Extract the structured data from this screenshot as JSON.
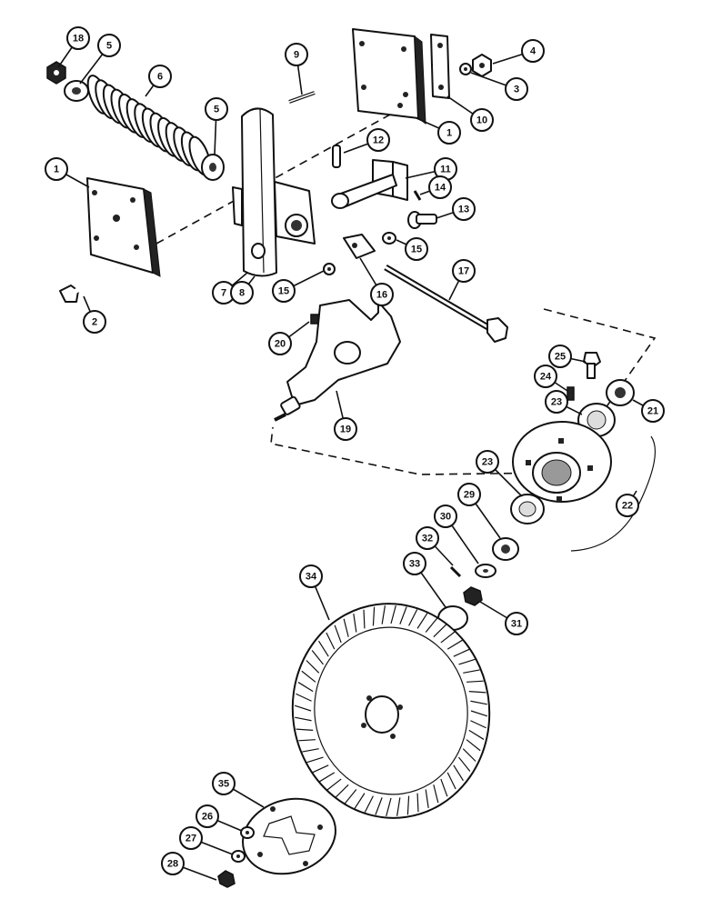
{
  "figure": {
    "callouts": [
      {
        "id": "c18",
        "label": "18"
      },
      {
        "id": "c5a",
        "label": "5"
      },
      {
        "id": "c6",
        "label": "6"
      },
      {
        "id": "c5b",
        "label": "5"
      },
      {
        "id": "c1a",
        "label": "1"
      },
      {
        "id": "c2",
        "label": "2"
      },
      {
        "id": "c9",
        "label": "9"
      },
      {
        "id": "c7",
        "label": "7"
      },
      {
        "id": "c8",
        "label": "8"
      },
      {
        "id": "c12",
        "label": "12"
      },
      {
        "id": "c1b",
        "label": "1"
      },
      {
        "id": "c10",
        "label": "10"
      },
      {
        "id": "c3",
        "label": "3"
      },
      {
        "id": "c4",
        "label": "4"
      },
      {
        "id": "c11",
        "label": "11"
      },
      {
        "id": "c14",
        "label": "14"
      },
      {
        "id": "c13",
        "label": "13"
      },
      {
        "id": "c15a",
        "label": "15"
      },
      {
        "id": "c15b",
        "label": "15"
      },
      {
        "id": "c16",
        "label": "16"
      },
      {
        "id": "c17",
        "label": "17"
      },
      {
        "id": "c20",
        "label": "20"
      },
      {
        "id": "c19",
        "label": "19"
      },
      {
        "id": "c25",
        "label": "25"
      },
      {
        "id": "c24",
        "label": "24"
      },
      {
        "id": "c23a",
        "label": "23"
      },
      {
        "id": "c21",
        "label": "21"
      },
      {
        "id": "c23b",
        "label": "23"
      },
      {
        "id": "c22",
        "label": "22"
      },
      {
        "id": "c29",
        "label": "29"
      },
      {
        "id": "c30",
        "label": "30"
      },
      {
        "id": "c32",
        "label": "32"
      },
      {
        "id": "c33",
        "label": "33"
      },
      {
        "id": "c31",
        "label": "31"
      },
      {
        "id": "c34",
        "label": "34"
      },
      {
        "id": "c35",
        "label": "35"
      },
      {
        "id": "c26",
        "label": "26"
      },
      {
        "id": "c27",
        "label": "27"
      },
      {
        "id": "c28",
        "label": "28"
      }
    ]
  }
}
